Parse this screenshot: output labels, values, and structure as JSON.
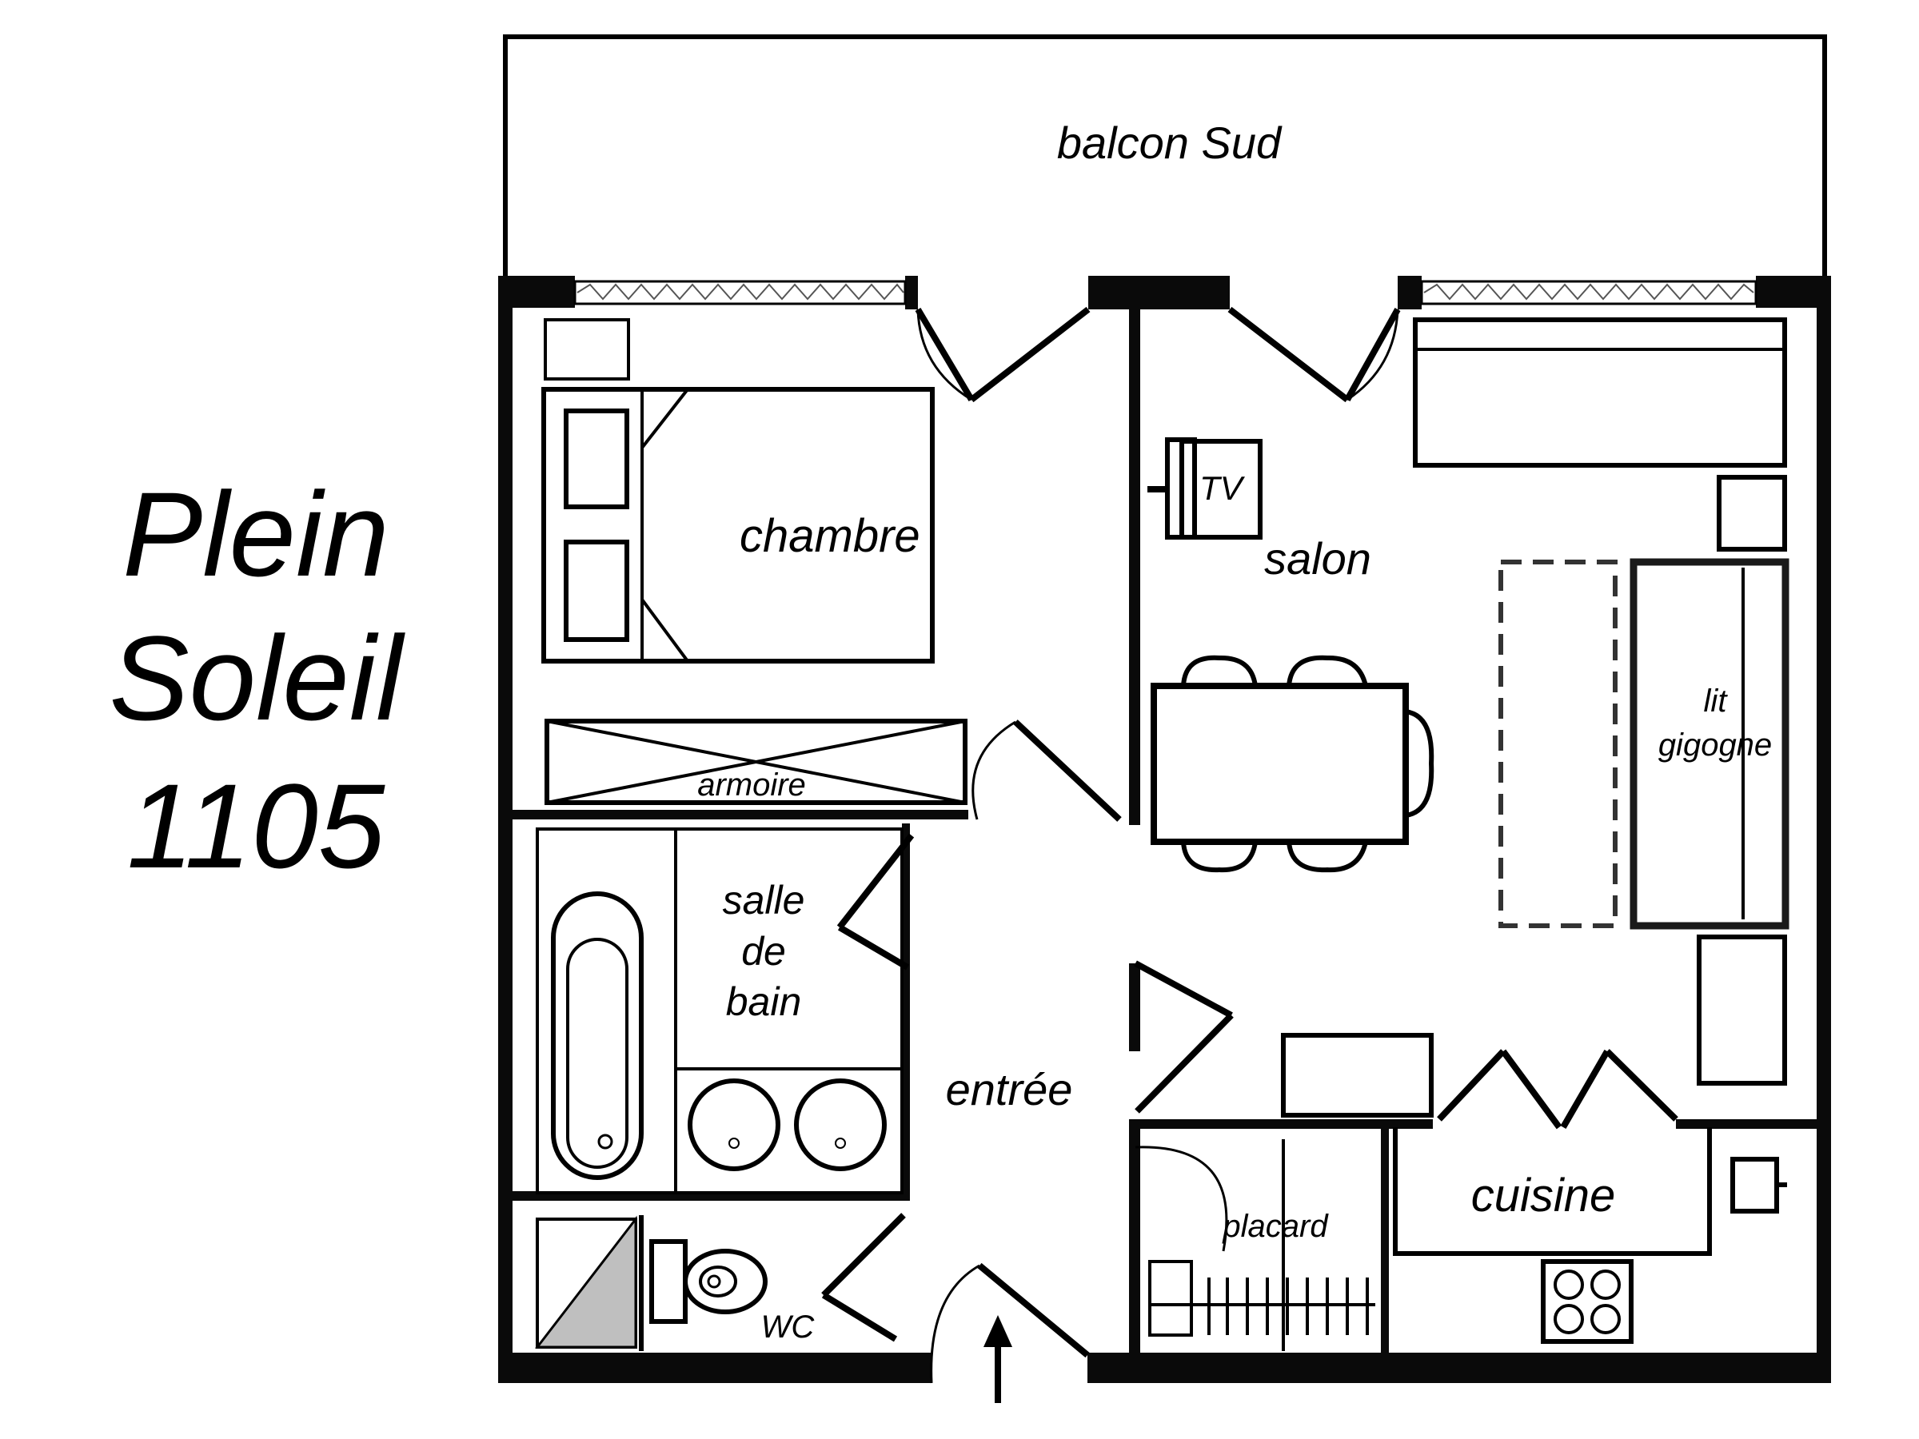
{
  "title": {
    "line1": "Plein",
    "line2": "Soleil",
    "line3": "1105"
  },
  "rooms": {
    "balcony": "balcon  Sud",
    "bedroom": "chambre",
    "wardrobe": "armoire",
    "bathroom_line1": "salle",
    "bathroom_line2": "de",
    "bathroom_line3": "bain",
    "wc": "WC",
    "entrance": "entrée",
    "living": "salon",
    "tv": "TV",
    "bunk_line1": "lit",
    "bunk_line2": "gigogne",
    "closet": "placard",
    "kitchen": "cuisine"
  }
}
